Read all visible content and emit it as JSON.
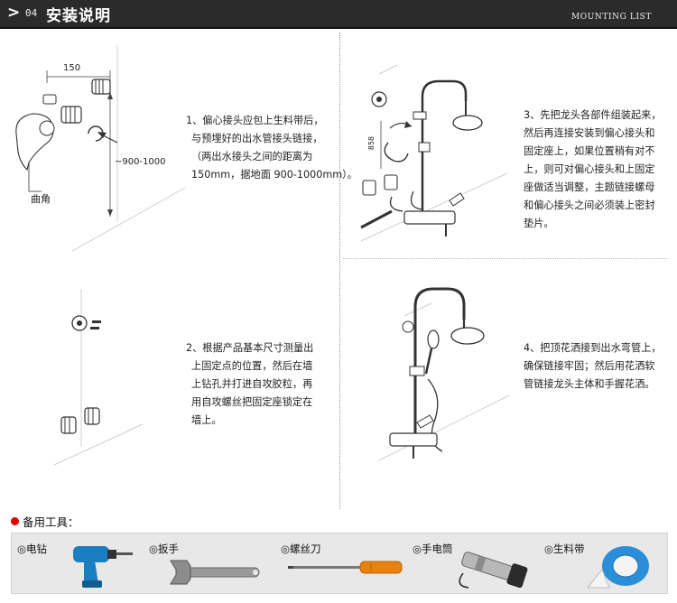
{
  "header": {
    "chevron": ">",
    "number": "04",
    "title": "安装说明",
    "subtitle": "MOUNTING LIST"
  },
  "step1": {
    "dim_spacing": "150",
    "dim_height": "~900-1000",
    "label_elbow": "曲角",
    "lines": [
      "1、偏心接头应包上生料带后，",
      "与预埋好的出水管接头链接，",
      "（两出水接头之间的距离为",
      "150mm，据地面 900-1000mm）。"
    ]
  },
  "step2": {
    "lines": [
      "2、根据产品基本尺寸测量出",
      "上固定点的位置，然后在墙",
      "上钻孔并打进自攻胶粒，再",
      "用自攻螺丝把固定座锁定在",
      "墙上。"
    ]
  },
  "step3": {
    "dim_label": "858",
    "lines": [
      "3、先把龙头各部件组装起来，",
      "然后再连接安装到偏心接头和",
      "固定座上，如果位置稍有对不",
      "上，则可对偏心接头和上固定",
      "座做适当调整，主题链接螺母",
      "和偏心接头之间必须装上密封",
      "垫片。"
    ]
  },
  "step4": {
    "lines": [
      "4、把顶花洒接到出水弯管上，",
      "确保链接牢固；然后用花洒软",
      "管链接龙头主体和手握花洒。"
    ]
  },
  "tools": {
    "title": "备用工具：",
    "items": [
      {
        "label": "◎电钻",
        "icon": "drill-icon"
      },
      {
        "label": "◎扳手",
        "icon": "wrench-icon"
      },
      {
        "label": "◎螺丝刀",
        "icon": "screwdriver-icon"
      },
      {
        "label": "◎手电筒",
        "icon": "flashlight-icon"
      },
      {
        "label": "◎生料带",
        "icon": "ptfe-tape-icon"
      }
    ]
  },
  "colors": {
    "header_bg": "#2b2b2b",
    "accent_red": "#e00000",
    "drill_blue": "#1a7fc0",
    "screwdriver_orange": "#e8820c",
    "tape_blue": "#2a8fd8"
  }
}
